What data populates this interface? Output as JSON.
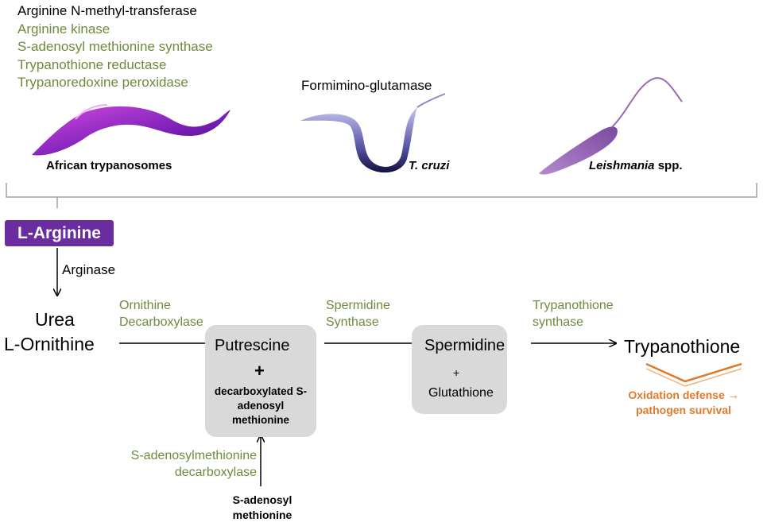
{
  "header_enzymes": {
    "black": "Arginine N-methyl-transferase",
    "green": [
      "Arginine kinase",
      "S-adenosyl methionine synthase",
      "Trypanothione reductase",
      "Trypanoredoxine peroxidase"
    ]
  },
  "formimino": "Formimino-glutamase",
  "organisms": {
    "african": "African trypanosomes",
    "cruzi": "T. cruzi",
    "leishmania_italic": "Leishmania",
    "leishmania_suffix": " spp."
  },
  "l_arginine": "L-Arginine",
  "arginase": "Arginase",
  "urea": "Urea",
  "l_ornithine": "L-Ornithine",
  "odc": [
    "Ornithine",
    "Decarboxylase"
  ],
  "spds": [
    "Spermidine",
    "Synthase"
  ],
  "trys": [
    "Trypanothione",
    "synthase"
  ],
  "putrescine": "Putrescine",
  "plus": "+",
  "dc_sam": "decarboxylated S-adenosyl methionine",
  "spermidine": "Spermidine",
  "glutathione": "Glutathione",
  "trypanothione": "Trypanothione",
  "oxidation": "Oxidation defense → pathogen survival",
  "samdc": "S-adenosylmethionine decarboxylase",
  "sam": "S-adenosyl methionine",
  "colors": {
    "purple": "#6a2d9f",
    "green": "#6e8b3d",
    "orange": "#e07a2a",
    "box": "#d9d9d9"
  }
}
